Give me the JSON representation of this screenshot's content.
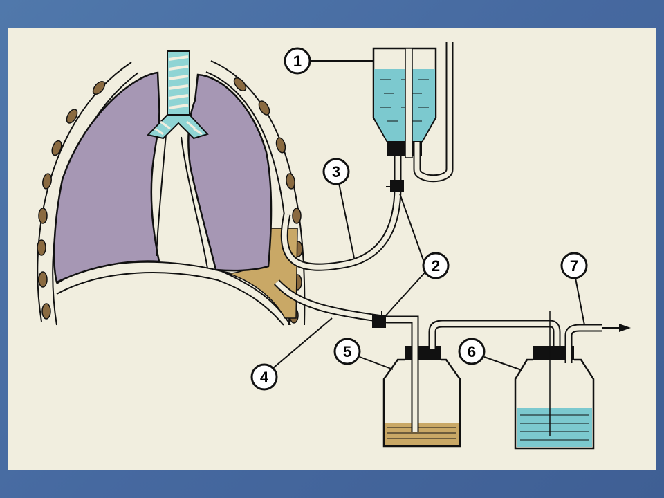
{
  "colors": {
    "background": "#4a6ea0",
    "panel": "#f1eedf",
    "lung": "#a697b4",
    "trachea": "#8fd4d4",
    "fluid_blue": "#7cc9cf",
    "fluid_brown": "#c9a866",
    "rib": "#8a6a40",
    "outline": "#111111"
  },
  "labels": [
    {
      "id": "1",
      "text": "1"
    },
    {
      "id": "2",
      "text": "2"
    },
    {
      "id": "3",
      "text": "3"
    },
    {
      "id": "4",
      "text": "4"
    },
    {
      "id": "5",
      "text": "5"
    },
    {
      "id": "6",
      "text": "6"
    },
    {
      "id": "7",
      "text": "7"
    }
  ]
}
